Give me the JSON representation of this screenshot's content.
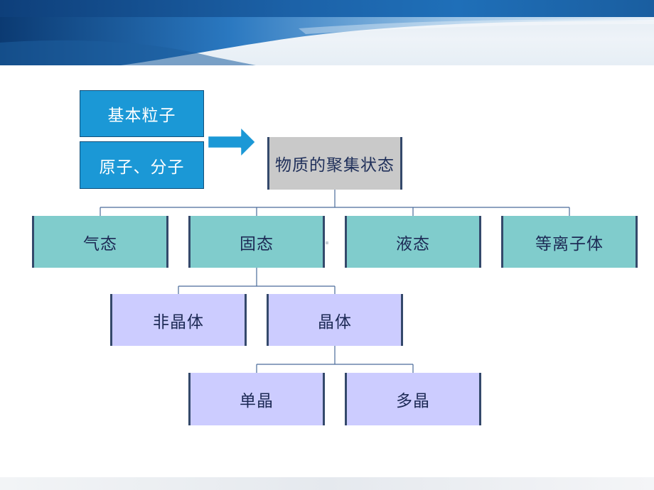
{
  "diagram": {
    "sources": [
      {
        "id": "basic-particles",
        "label": "基本粒子"
      },
      {
        "id": "atoms-molecules",
        "label": "原子、分子"
      }
    ],
    "root": {
      "id": "aggregate-states",
      "label": "物质的聚集状态"
    },
    "states": [
      {
        "id": "gas",
        "label": "气态"
      },
      {
        "id": "solid",
        "label": "固态"
      },
      {
        "id": "liquid",
        "label": "液态"
      },
      {
        "id": "plasma",
        "label": "等离子体"
      }
    ],
    "solid_types": [
      {
        "id": "amorphous",
        "label": "非晶体"
      },
      {
        "id": "crystal",
        "label": "晶体"
      }
    ],
    "crystal_types": [
      {
        "id": "single-crystal",
        "label": "单晶"
      },
      {
        "id": "polycrystal",
        "label": "多晶"
      }
    ]
  },
  "colors": {
    "source_fill": "#1b98d6",
    "root_fill": "#c9c9c9",
    "state_fill": "#80cccc",
    "subtype_fill": "#ccccff",
    "edge_bar": "#34496b",
    "connector": "#4a6a9a",
    "arrow_fill": "#1b98d6"
  }
}
